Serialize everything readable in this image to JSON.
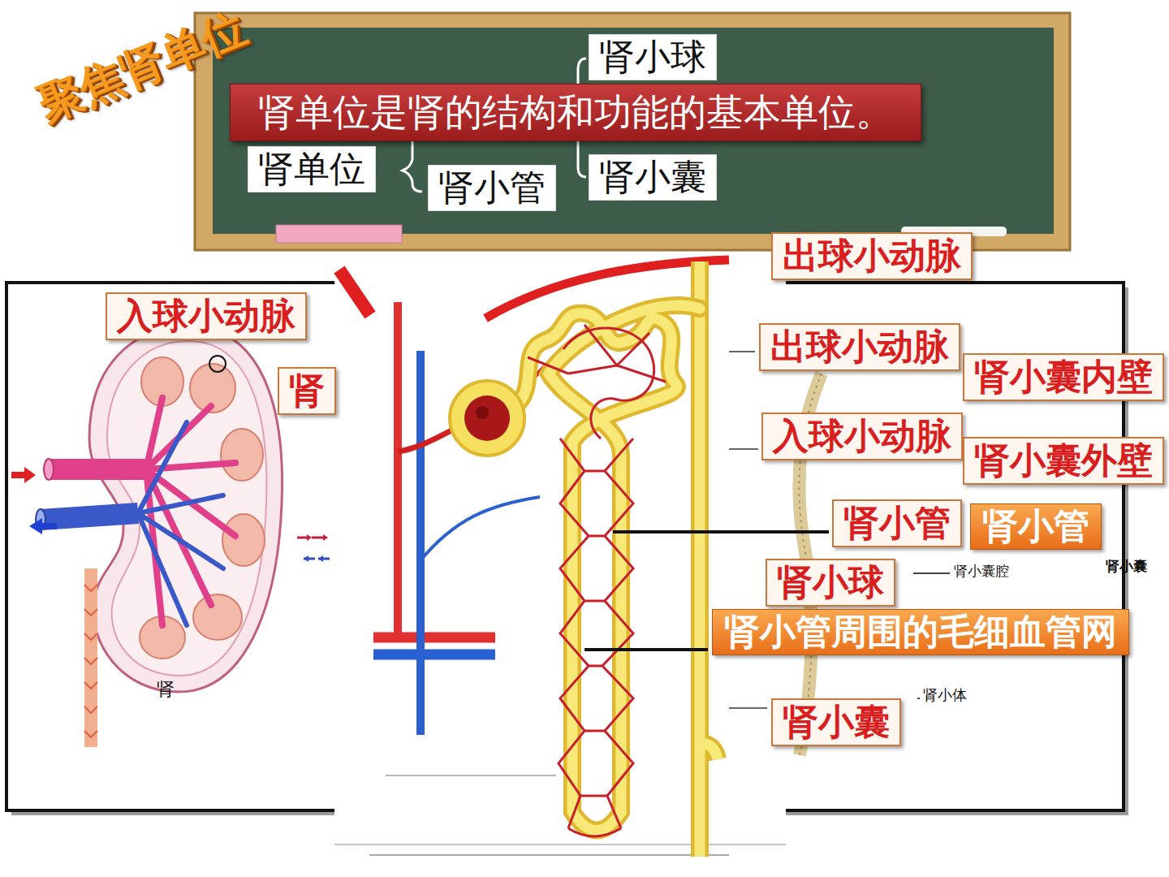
{
  "diagram": {
    "title": "聚焦肾单位",
    "nodes": [
      {
        "text": [
          "肾小球"
        ]
      },
      {
        "text": [
          "肾单位是肾的结构和功能的基本单位。"
        ]
      },
      {
        "text": [
          "肾单位"
        ]
      },
      {
        "text": [
          "肾小囊"
        ]
      },
      {
        "text": [
          "肾小管"
        ]
      },
      {
        "text": [
          "出球小动脉"
        ]
      },
      {
        "text": [
          "入球小动脉"
        ]
      },
      {
        "text": [
          "肾"
        ]
      },
      {
        "text": [
          "出球小动脉"
        ]
      },
      {
        "text": [
          "肾小囊内壁"
        ]
      },
      {
        "text": [
          "入球小动脉"
        ]
      },
      {
        "text": [
          "肾小囊外壁"
        ]
      },
      {
        "text": [
          "肾小管"
        ]
      },
      {
        "text": [
          "肾小管"
        ]
      },
      {
        "text": [
          "肾小球"
        ]
      },
      {
        "text": [
          "肾小管周围的毛细血管网"
        ]
      },
      {
        "text": [
          "肾小囊"
        ]
      }
    ],
    "labels": [
      "肾",
      "肾小囊腔",
      "肾小囊",
      "肾小体"
    ]
  }
}
